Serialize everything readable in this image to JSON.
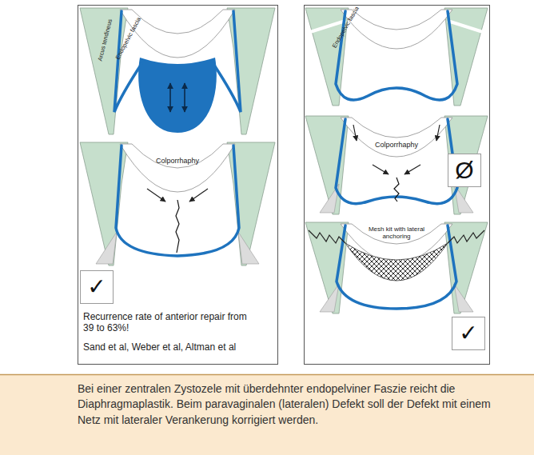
{
  "diagram": {
    "caption": "Bei einer zentralen Zystozele mit überdehnter endopelviner Faszie reicht die Diaphragmaplastik. Beim paravaginalen (lateralen) Defekt soll der Defekt mit einem Netz mit lateraler Verankerung korrigiert werden.",
    "nodes": [
      {
        "text": [
          "✓"
        ]
      },
      {
        "text": [
          "Ø"
        ]
      },
      {
        "text": [
          "✓"
        ]
      }
    ],
    "labels": [
      "Arcus tendineus",
      "Endopelvic fascia",
      "Colporrhaphy",
      "Recurrence rate of anterior repair from 39 to 63%!",
      "Sand et al, Weber et al, Altman et al",
      "Endopelvic fascia",
      "Colporrhaphy",
      "Mesh kit with lateral anchoring"
    ]
  }
}
